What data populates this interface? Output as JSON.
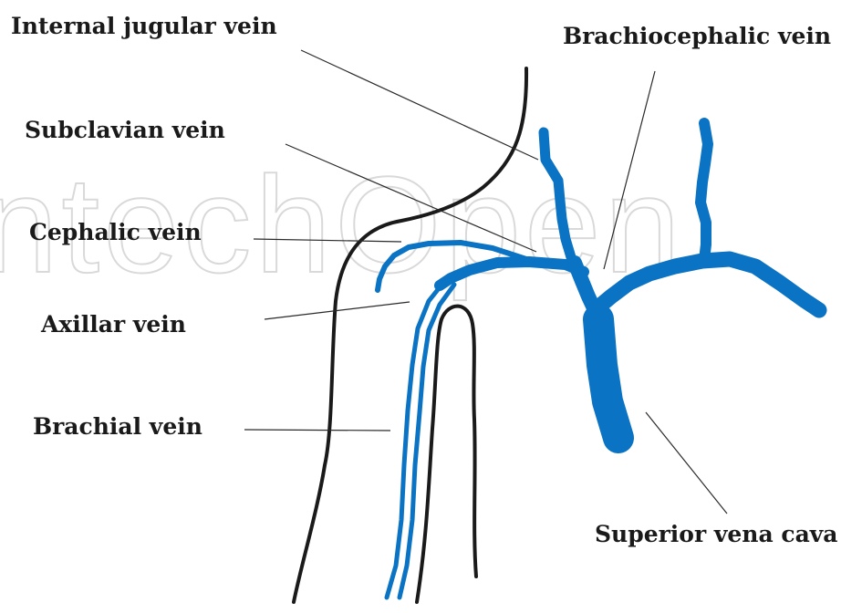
{
  "labels": {
    "internal_jugular": "Internal jugular vein",
    "brachiocephalic": "Brachiocephalic vein",
    "subclavian": "Subclavian vein",
    "cephalic": "Cephalic vein",
    "axillar": "Axillar vein",
    "brachial": "Brachial vein",
    "superior_vena_cava": "Superior vena cava"
  },
  "watermark": "ntechOpen",
  "colors": {
    "vein": "#0b73c4",
    "outline": "#1a1a1a",
    "leader": "#2a2a2a",
    "watermark": "#d9d9d9"
  }
}
